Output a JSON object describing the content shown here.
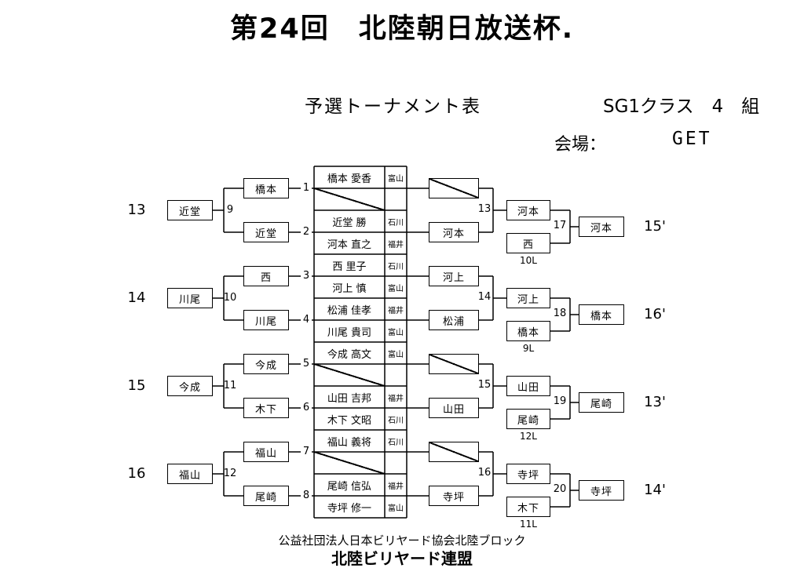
{
  "header": {
    "title": "第24回　北陸朝日放送杯.",
    "subtitle": "予選トーナメント表",
    "class_info": "SG1クラス　4　組",
    "venue_label": "会場：",
    "venue_value": "GET"
  },
  "footer": {
    "association": "公益社団法人日本ビリヤード協会北陸ブロック",
    "federation": "北陸ビリヤード連盟"
  },
  "bracket": {
    "left_group_numbers": [
      "13",
      "14",
      "15",
      "16"
    ],
    "group_winner_boxes": [
      "近堂",
      "川尾",
      "今成",
      "福山"
    ],
    "left_match_numbers": [
      "9",
      "10",
      "11",
      "12"
    ],
    "round1_winner_boxes": [
      "橋本",
      "近堂",
      "西",
      "川尾",
      "今成",
      "木下",
      "福山",
      "尾崎"
    ],
    "round1_match_numbers": [
      "1",
      "2",
      "3",
      "4",
      "5",
      "6",
      "7",
      "8"
    ],
    "players": [
      {
        "name": "橋本 愛香",
        "pref": "富山",
        "bye": false
      },
      {
        "name": "",
        "pref": "",
        "bye": true
      },
      {
        "name": "近堂 勝",
        "pref": "石川",
        "bye": false
      },
      {
        "name": "河本 直之",
        "pref": "福井",
        "bye": false
      },
      {
        "name": "西 里子",
        "pref": "石川",
        "bye": false
      },
      {
        "name": "河上 慎",
        "pref": "富山",
        "bye": false
      },
      {
        "name": "松浦 佳孝",
        "pref": "福井",
        "bye": false
      },
      {
        "name": "川尾 貴司",
        "pref": "富山",
        "bye": false
      },
      {
        "name": "今成 高文",
        "pref": "富山",
        "bye": false
      },
      {
        "name": "",
        "pref": "",
        "bye": true
      },
      {
        "name": "山田 吉邦",
        "pref": "福井",
        "bye": false
      },
      {
        "name": "木下 文昭",
        "pref": "石川",
        "bye": false
      },
      {
        "name": "福山 義将",
        "pref": "石川",
        "bye": false
      },
      {
        "name": "",
        "pref": "",
        "bye": true
      },
      {
        "name": "尾崎 信弘",
        "pref": "福井",
        "bye": false
      },
      {
        "name": "寺坪 修一",
        "pref": "富山",
        "bye": false
      }
    ],
    "consolation_boxes": [
      {
        "name": "",
        "bye": true
      },
      {
        "name": "河本",
        "bye": false
      },
      {
        "name": "河上",
        "bye": false
      },
      {
        "name": "松浦",
        "bye": false
      },
      {
        "name": "",
        "bye": true
      },
      {
        "name": "山田",
        "bye": false
      },
      {
        "name": "",
        "bye": true
      },
      {
        "name": "寺坪",
        "bye": false
      }
    ],
    "right_group_numbers": [
      "13",
      "14",
      "15",
      "16"
    ],
    "right_pairs": [
      {
        "top": "河本",
        "bottom": "西",
        "loser_label": "10L"
      },
      {
        "top": "河上",
        "bottom": "橋本",
        "loser_label": "9L"
      },
      {
        "top": "山田",
        "bottom": "尾崎",
        "loser_label": "12L"
      },
      {
        "top": "寺坪",
        "bottom": "木下",
        "loser_label": "11L"
      }
    ],
    "right_match_numbers": [
      "17",
      "18",
      "19",
      "20"
    ],
    "final_winner_boxes": [
      "河本",
      "橋本",
      "尾崎",
      "寺坪"
    ],
    "place_labels": [
      "15'",
      "16'",
      "13'",
      "14'"
    ]
  }
}
